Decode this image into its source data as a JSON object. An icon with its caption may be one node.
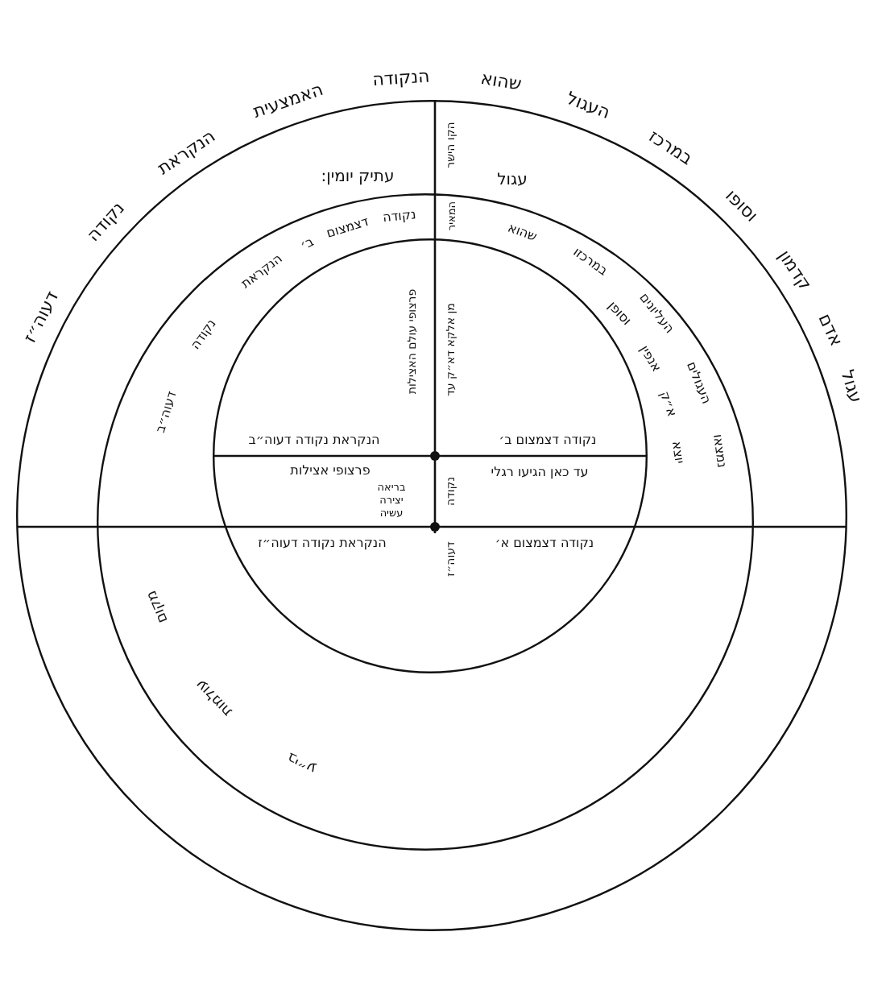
{
  "diagram": {
    "nodes": [
      {
        "text": [
          "עגול",
          "אדם",
          "קדמון",
          "וסופו",
          "במרכז",
          "העגול",
          "שהוא",
          "הנקודה",
          "האמצעית",
          "הנקראת",
          "נקודה",
          "דעוה״ז",
          "עגול",
          "עתיק יומין:"
        ]
      },
      {
        "text": [
          "נקודה",
          "דצמצום",
          "ב׳",
          "הנקראת",
          "נקודה",
          "דעוה״ב",
          "נמצאו",
          "העגולים",
          "העליונים",
          "במרכזו",
          "שהוא",
          "יוצא",
          "א״ק",
          "אנפין",
          "וסופן",
          "מקום",
          "עולמות",
          "בי״ע"
        ],
        "in": 0
      },
      {
        "text": [
          "נקודה דצמצום ב׳",
          "הנקראת נקודה דעוה״ב",
          "עד כאן הגיעו רגלי",
          "פרצופי אצילות",
          "בריאה",
          "יצירה",
          "עשיה",
          "נקודה דצמצום א׳",
          "הנקראת נקודה דעוה״ז",
          "פרצופי עולם האצילות"
        ],
        "in": 1
      }
    ],
    "labels": [
      "הקו הישר",
      "המאיר",
      "מן אלקא דא״ק עד",
      "נקודה",
      "דעוה״ז"
    ]
  }
}
